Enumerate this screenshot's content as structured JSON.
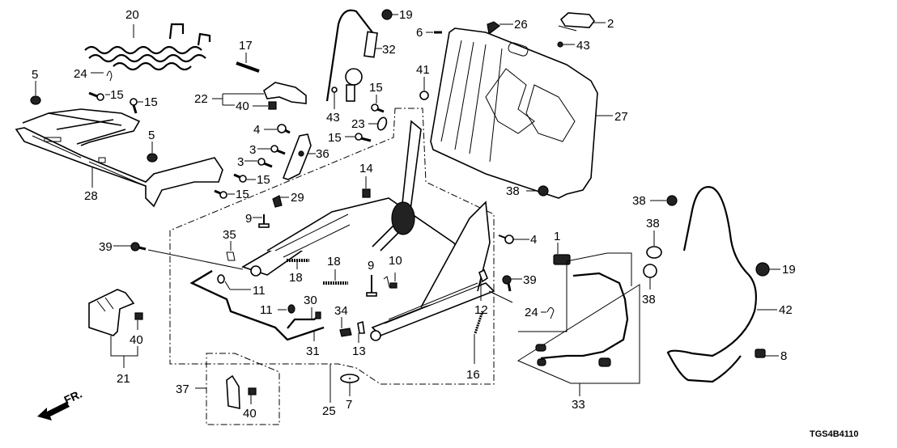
{
  "diagram": {
    "title": "Rear seat components (parts diagram)",
    "diagram_code": "TGS4B4110",
    "direction_label": "FR.",
    "callouts": [
      {
        "id": "c20",
        "part": "20",
        "text": "20"
      },
      {
        "id": "c17",
        "part": "17",
        "text": "17"
      },
      {
        "id": "c5a",
        "part": "5",
        "text": "5"
      },
      {
        "id": "c24a",
        "part": "24",
        "text": "24"
      },
      {
        "id": "c15a",
        "part": "15",
        "text": "15"
      },
      {
        "id": "c15b",
        "part": "15",
        "text": "15"
      },
      {
        "id": "c22",
        "part": "22",
        "text": "22"
      },
      {
        "id": "c40a",
        "part": "40",
        "text": "40"
      },
      {
        "id": "c5b",
        "part": "5",
        "text": "5"
      },
      {
        "id": "c4a",
        "part": "4",
        "text": "4"
      },
      {
        "id": "c3a",
        "part": "3",
        "text": "3"
      },
      {
        "id": "c3b",
        "part": "3",
        "text": "3"
      },
      {
        "id": "c15c",
        "part": "15",
        "text": "15"
      },
      {
        "id": "c15d",
        "part": "15",
        "text": "15"
      },
      {
        "id": "c28",
        "part": "28",
        "text": "28"
      },
      {
        "id": "c36",
        "part": "36",
        "text": "36"
      },
      {
        "id": "c19a",
        "part": "19",
        "text": "19"
      },
      {
        "id": "c32",
        "part": "32",
        "text": "32"
      },
      {
        "id": "c43a",
        "part": "43",
        "text": "43"
      },
      {
        "id": "c15e",
        "part": "15",
        "text": "15"
      },
      {
        "id": "c23",
        "part": "23",
        "text": "23"
      },
      {
        "id": "c15f",
        "part": "15",
        "text": "15"
      },
      {
        "id": "c6",
        "part": "6",
        "text": "6"
      },
      {
        "id": "c26",
        "part": "26",
        "text": "26"
      },
      {
        "id": "c41",
        "part": "41",
        "text": "41"
      },
      {
        "id": "c2",
        "part": "2",
        "text": "2"
      },
      {
        "id": "c43b",
        "part": "43",
        "text": "43"
      },
      {
        "id": "c27",
        "part": "27",
        "text": "27"
      },
      {
        "id": "c14",
        "part": "14",
        "text": "14"
      },
      {
        "id": "c29",
        "part": "29",
        "text": "29"
      },
      {
        "id": "c9a",
        "part": "9",
        "text": "9"
      },
      {
        "id": "c35",
        "part": "35",
        "text": "35"
      },
      {
        "id": "c39a",
        "part": "39",
        "text": "39"
      },
      {
        "id": "c11a",
        "part": "11",
        "text": "11"
      },
      {
        "id": "c18a",
        "part": "18",
        "text": "18"
      },
      {
        "id": "c18b",
        "part": "18",
        "text": "18"
      },
      {
        "id": "c9b",
        "part": "9",
        "text": "9"
      },
      {
        "id": "c10",
        "part": "10",
        "text": "10"
      },
      {
        "id": "c11b",
        "part": "11",
        "text": "11"
      },
      {
        "id": "c30",
        "part": "30",
        "text": "30"
      },
      {
        "id": "c34",
        "part": "34",
        "text": "34"
      },
      {
        "id": "c13",
        "part": "13",
        "text": "13"
      },
      {
        "id": "c31",
        "part": "31",
        "text": "31"
      },
      {
        "id": "c12",
        "part": "12",
        "text": "12"
      },
      {
        "id": "c16",
        "part": "16",
        "text": "16"
      },
      {
        "id": "c38a",
        "part": "38",
        "text": "38"
      },
      {
        "id": "c4b",
        "part": "4",
        "text": "4"
      },
      {
        "id": "c39b",
        "part": "39",
        "text": "39"
      },
      {
        "id": "c1",
        "part": "1",
        "text": "1"
      },
      {
        "id": "c24b",
        "part": "24",
        "text": "24"
      },
      {
        "id": "c33",
        "part": "33",
        "text": "33"
      },
      {
        "id": "c38b",
        "part": "38",
        "text": "38"
      },
      {
        "id": "c38c",
        "part": "38",
        "text": "38"
      },
      {
        "id": "c38d",
        "part": "38",
        "text": "38"
      },
      {
        "id": "c19b",
        "part": "19",
        "text": "19"
      },
      {
        "id": "c42",
        "part": "42",
        "text": "42"
      },
      {
        "id": "c8",
        "part": "8",
        "text": "8"
      },
      {
        "id": "c21",
        "part": "21",
        "text": "21"
      },
      {
        "id": "c40b",
        "part": "40",
        "text": "40"
      },
      {
        "id": "c37",
        "part": "37",
        "text": "37"
      },
      {
        "id": "c40c",
        "part": "40",
        "text": "40"
      },
      {
        "id": "c25",
        "part": "25",
        "text": "25"
      },
      {
        "id": "c7",
        "part": "7",
        "text": "7"
      }
    ]
  }
}
